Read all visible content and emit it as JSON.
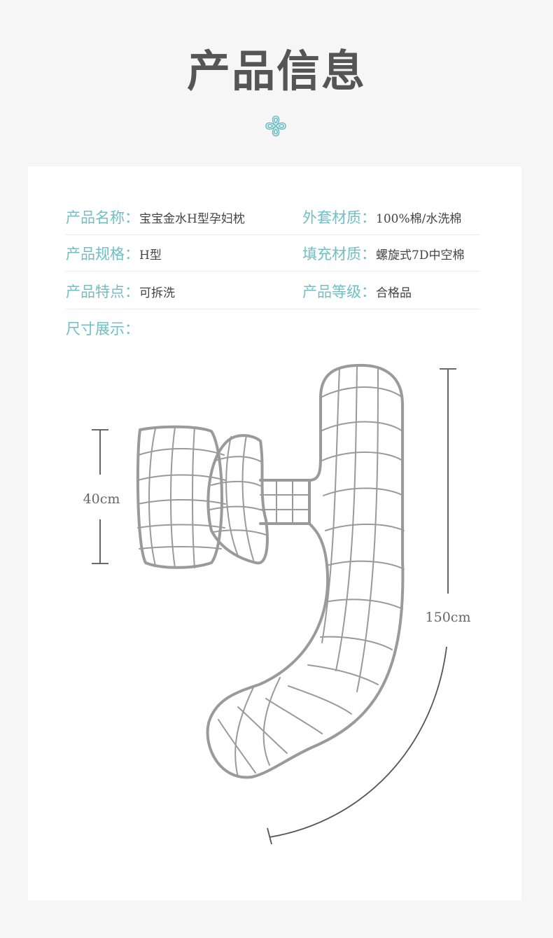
{
  "title": "产品信息",
  "specs": [
    {
      "label": "产品名称：",
      "value": "宝宝金水H型孕妇枕"
    },
    {
      "label": "外套材质：",
      "value": "100%棉/水洗棉"
    },
    {
      "label": "产品规格：",
      "value": "H型"
    },
    {
      "label": "填充材质：",
      "value": "螺旋式7D中空棉"
    },
    {
      "label": "产品特点：",
      "value": "可拆洗"
    },
    {
      "label": "产品等级：",
      "value": "合格品"
    }
  ],
  "dimensions": {
    "section_label": "尺寸展示：",
    "height_label": "40cm",
    "length_label": "150cm"
  },
  "colors": {
    "accent": "#6fc0c4",
    "title": "#555555",
    "outline": "#9a9a9a"
  }
}
